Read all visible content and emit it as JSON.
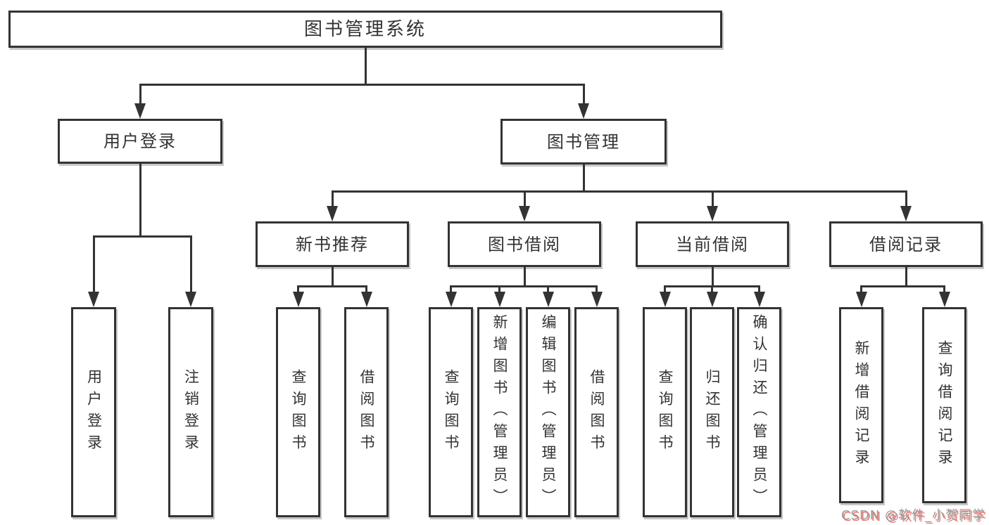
{
  "diagram": {
    "root_label": "图书管理系统",
    "level2": [
      {
        "label": "用户登录",
        "children": [
          {
            "label": "用户登录"
          },
          {
            "label": "注销登录"
          }
        ]
      },
      {
        "label": "图书管理",
        "children": [
          {
            "label": "新书推荐",
            "children": [
              {
                "label": "查询图书"
              },
              {
                "label": "借阅图书"
              }
            ]
          },
          {
            "label": "图书借阅",
            "children": [
              {
                "label": "查询图书"
              },
              {
                "label": "新增图书（管理员）"
              },
              {
                "label": "编辑图书（管理员）"
              },
              {
                "label": "借阅图书"
              }
            ]
          },
          {
            "label": "当前借阅",
            "children": [
              {
                "label": "查询图书"
              },
              {
                "label": "归还图书"
              },
              {
                "label": "确认归还（管理员）"
              }
            ]
          },
          {
            "label": "借阅记录",
            "children": [
              {
                "label": "新增借阅记录"
              },
              {
                "label": "查询借阅记录"
              }
            ]
          }
        ]
      }
    ]
  },
  "watermark": {
    "text": "CSDN @软件_小贺同学"
  },
  "colors": {
    "line": "#333333",
    "node_text": "#333333",
    "background": "#ffffff",
    "watermark_text": "#9a9a9a",
    "watermark_shadow": "#e8564c"
  }
}
